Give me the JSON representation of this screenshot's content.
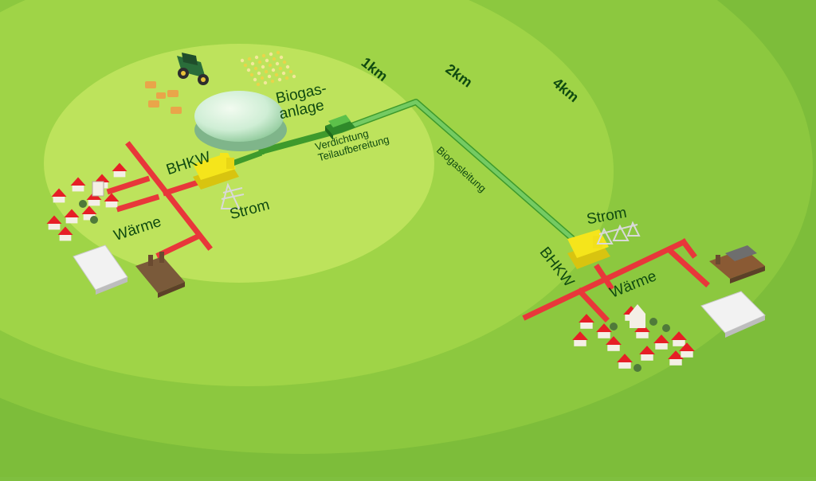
{
  "labels": {
    "biogasanlage": "Biogas-\nanlage",
    "bhkw_left": "BHKW",
    "strom_left": "Strom",
    "waerme_left": "Wärme",
    "verdichtung": "Verdichtung\nTeilaufbereitung",
    "biogasleitung": "Biogasleitung",
    "strom_right": "Strom",
    "bhkw_right": "BHKW",
    "waerme_right": "Wärme"
  },
  "distance_rings": [
    "1km",
    "2km",
    "4km"
  ],
  "colors": {
    "ring_outer": "#7dbd3a",
    "ring_4km": "#8cc83f",
    "ring_2km": "#9fd447",
    "ring_1km": "#bde35c",
    "heat_pipe": "#e8373a",
    "power_unit": "#f5e51b",
    "gas_pipe": "#74cb62",
    "gas_pipe_dark": "#3e9a2c",
    "house_roof": "#e61f26",
    "text": "#0f4a10"
  },
  "icons": [
    "tractor-icon",
    "cows-icon",
    "crop-field-icon",
    "digester-dome-icon",
    "compressor-icon",
    "chp-unit-icon",
    "power-pylon-icon",
    "house-icon",
    "factory-icon",
    "greenhouse-icon"
  ]
}
